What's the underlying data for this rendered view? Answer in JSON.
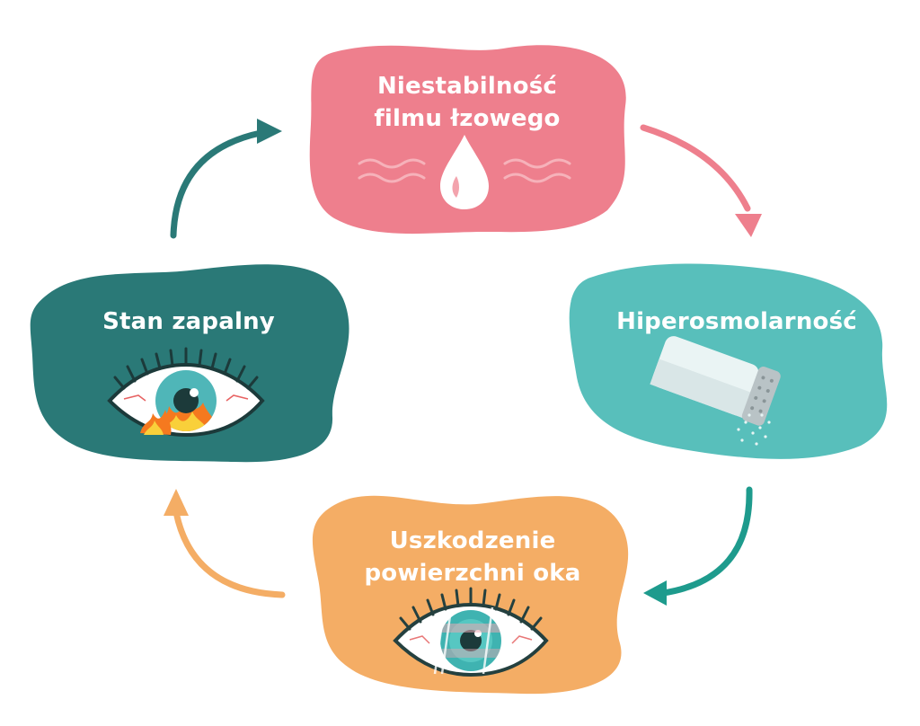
{
  "nodes": {
    "tear_film": {
      "lines": [
        "Niestabilność",
        "filmu łzowego"
      ],
      "color": "#ee7f8d",
      "icon": "tear-drop-icon"
    },
    "hyperosmolarity": {
      "lines": [
        "Hiperosmolarność"
      ],
      "color": "#58bfbb",
      "icon": "salt-shaker-icon"
    },
    "surface_damage": {
      "lines": [
        "Uszkodzenie",
        "powierzchni oka"
      ],
      "color": "#f4ad65",
      "icon": "damaged-eye-icon"
    },
    "inflammation": {
      "lines": [
        "Stan zapalny"
      ],
      "color": "#2a7977",
      "icon": "inflamed-eye-icon"
    }
  },
  "arrows": {
    "tear_to_hyper": "#ee7f8d",
    "hyper_to_surface": "#1e9b8d",
    "surface_to_inflammation": "#f4ad65",
    "inflammation_to_tear": "#2a7977"
  }
}
